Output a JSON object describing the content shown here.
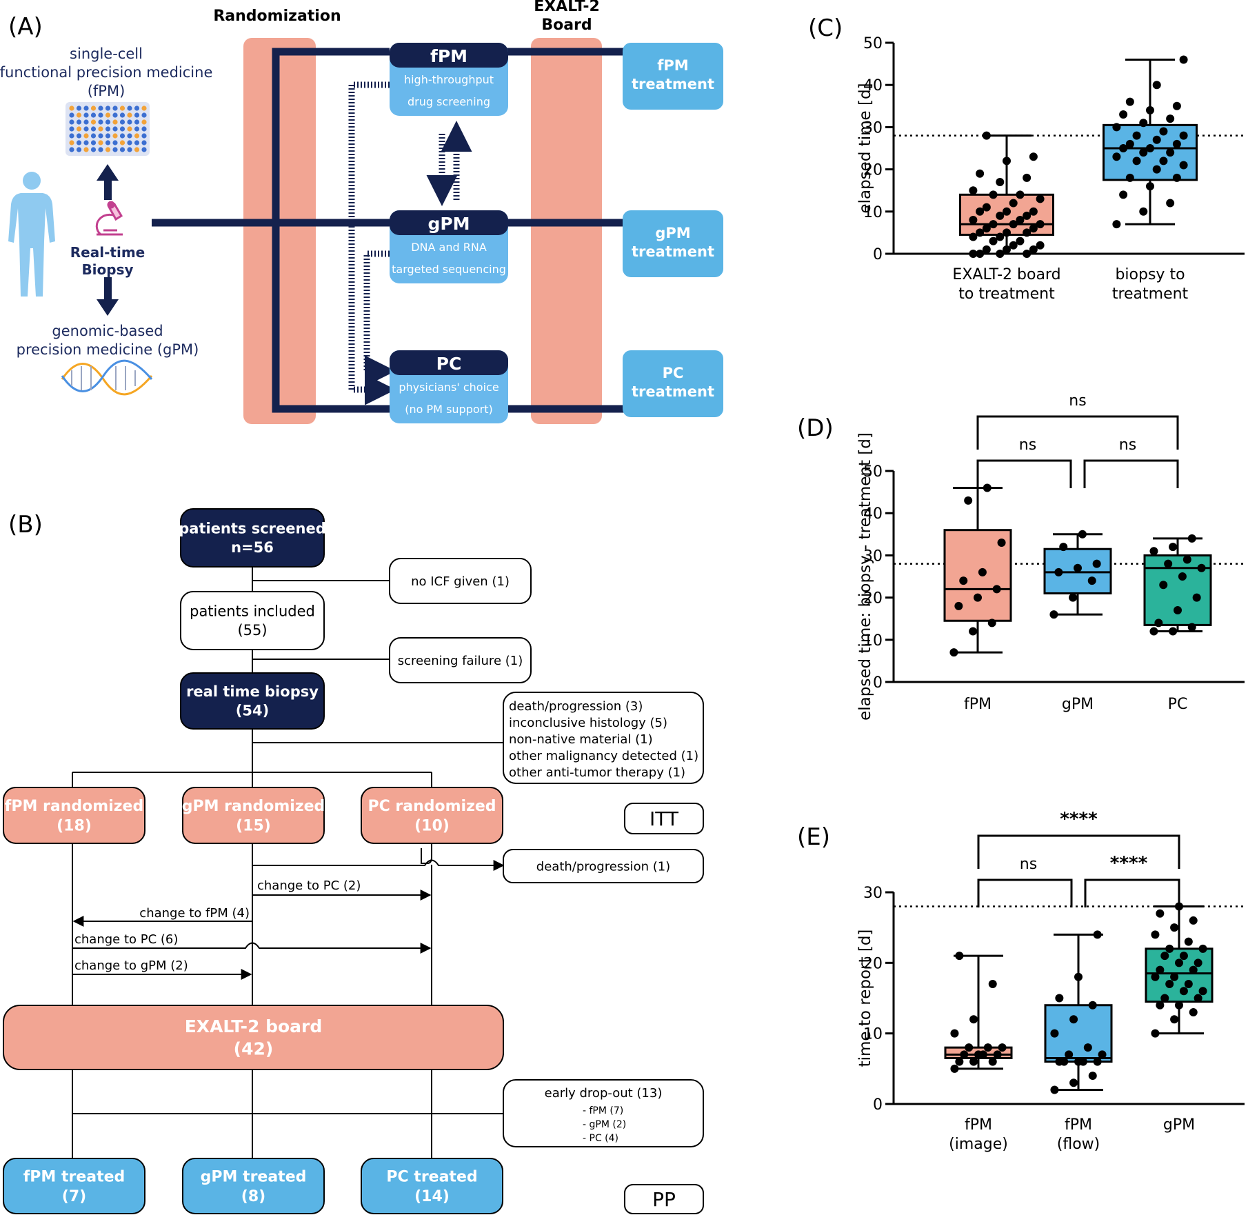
{
  "panel_labels": {
    "a": "(A)",
    "b": "(B)",
    "c": "(C)",
    "d": "(D)",
    "e": "(E)"
  },
  "panel_a": {
    "randomization": "Randomization",
    "board_line1": "EXALT-2",
    "board_line2": "Board",
    "fpm_line1": "single-cell",
    "fpm_line2": "functional precision medicine",
    "fpm_line3": "(fPM)",
    "biopsy_line1": "Real-time",
    "biopsy_line2": "Biopsy",
    "gpm_line1": "genomic-based",
    "gpm_line2": "precision medicine (gPM)",
    "arms": [
      {
        "title": "fPM",
        "sub1": "high-throughput",
        "sub2": "drug screening",
        "treat1": "fPM",
        "treat2": "treatment"
      },
      {
        "title": "gPM",
        "sub1": "DNA and RNA",
        "sub2": "targeted sequencing",
        "treat1": "gPM",
        "treat2": "treatment"
      },
      {
        "title": "PC",
        "sub1": "physicians' choice",
        "sub2": "(no PM support)",
        "treat1": "PC",
        "treat2": "treatment"
      }
    ],
    "icons": [
      "human-icon",
      "microscope-icon",
      "well-plate-icon",
      "dna-icon"
    ]
  },
  "panel_b": {
    "screened1": "patients screened",
    "screened2": "n=56",
    "included1": "patients included",
    "included2": "(55)",
    "biopsy1": "real time biopsy",
    "biopsy2": "(54)",
    "no_icf": "no ICF given (1)",
    "screen_fail": "screening failure (1)",
    "exclusions": [
      "death/progression (3)",
      "inconclusive histology (5)",
      "non-native material (1)",
      "other malignancy detected (1)",
      "other anti-tumor therapy (1)"
    ],
    "randomized": [
      {
        "line1": "fPM randomized",
        "line2": "(18)"
      },
      {
        "line1": "gPM randomized",
        "line2": "(15)"
      },
      {
        "line1": "PC randomized",
        "line2": "(10)"
      }
    ],
    "itt": "ITT",
    "death_prog": "death/progression (1)",
    "changes": [
      "change to PC (2)",
      "change to fPM (4)",
      "change to PC (6)",
      "change to gPM (2)"
    ],
    "board1": "EXALT-2 board",
    "board2": "(42)",
    "dropout_title": "early drop-out (13)",
    "dropout_items": [
      "- fPM (7)",
      "- gPM (2)",
      "- PC (4)"
    ],
    "treated": [
      {
        "line1": "fPM treated",
        "line2": "(7)"
      },
      {
        "line1": "gPM treated",
        "line2": "(8)"
      },
      {
        "line1": "PC treated",
        "line2": "(14)"
      }
    ],
    "pp": "PP"
  },
  "chart_data": [
    {
      "type": "box",
      "panel": "C",
      "ylabel": "elapsed time [d]",
      "ylim": [
        0,
        50
      ],
      "yticks": [
        0,
        10,
        20,
        30,
        40,
        50
      ],
      "reference_line": 28,
      "groups": [
        {
          "label1": "EXALT-2 board",
          "label2": "to treatment",
          "color": "#f2a593",
          "min": 0,
          "q1": 4.5,
          "median": 7,
          "q3": 14,
          "max": 28,
          "points": [
            0,
            0,
            0,
            0,
            1,
            1,
            1,
            2,
            2,
            3,
            3,
            4,
            4,
            5,
            5,
            5,
            6,
            6,
            7,
            7,
            7,
            8,
            8,
            9,
            9,
            10,
            10,
            10,
            11,
            12,
            13,
            14,
            14,
            15,
            17,
            18,
            19,
            22,
            23,
            28
          ]
        },
        {
          "label1": "biopsy to",
          "label2": "treatment",
          "color": "#5ab4e5",
          "min": 7,
          "q1": 17.5,
          "median": 25,
          "q3": 30.5,
          "max": 46,
          "points": [
            7,
            10,
            12,
            14,
            16,
            18,
            18,
            20,
            21,
            22,
            22,
            23,
            24,
            24,
            25,
            25,
            26,
            26,
            27,
            28,
            28,
            29,
            30,
            31,
            32,
            33,
            34,
            35,
            36,
            40,
            46
          ]
        }
      ]
    },
    {
      "type": "box",
      "panel": "D",
      "ylabel": "elapsed time: biopsy - treatment [d]",
      "ylim": [
        0,
        50
      ],
      "yticks": [
        0,
        10,
        20,
        30,
        40,
        50
      ],
      "reference_line": 28,
      "significance": [
        {
          "from": 0,
          "to": 1,
          "label": "ns",
          "level": 1
        },
        {
          "from": 1,
          "to": 2,
          "label": "ns",
          "level": 1
        },
        {
          "from": 0,
          "to": 2,
          "label": "ns",
          "level": 2
        }
      ],
      "groups": [
        {
          "label1": "fPM",
          "label2": "",
          "color": "#f2a593",
          "min": 7,
          "q1": 14.5,
          "median": 22,
          "q3": 36,
          "max": 46,
          "points": [
            7,
            12,
            14,
            18,
            20,
            22,
            24,
            26,
            33,
            43,
            46
          ]
        },
        {
          "label1": "gPM",
          "label2": "",
          "color": "#5ab4e5",
          "min": 16,
          "q1": 21,
          "median": 26,
          "q3": 31.5,
          "max": 35,
          "points": [
            16,
            20,
            24,
            26,
            27,
            28,
            32,
            35
          ]
        },
        {
          "label1": "PC",
          "label2": "",
          "color": "#2bb39b",
          "min": 12,
          "q1": 13.5,
          "median": 27,
          "q3": 30,
          "max": 34,
          "points": [
            12,
            12,
            13,
            14,
            17,
            20,
            23,
            25,
            27,
            28,
            29,
            31,
            32,
            34
          ]
        }
      ]
    },
    {
      "type": "box",
      "panel": "E",
      "ylabel": "time to report [d]",
      "ylim": [
        0,
        30
      ],
      "yticks": [
        0,
        10,
        20,
        30
      ],
      "reference_line": 28,
      "significance": [
        {
          "from": 0,
          "to": 1,
          "label": "ns",
          "level": 1
        },
        {
          "from": 1,
          "to": 2,
          "label": "****",
          "level": 1
        },
        {
          "from": 0,
          "to": 2,
          "label": "****",
          "level": 2
        }
      ],
      "groups": [
        {
          "label1": "fPM",
          "label2": "(image)",
          "color": "#f2a593",
          "min": 5,
          "q1": 6.5,
          "median": 7,
          "q3": 8,
          "max": 21,
          "points": [
            5,
            6,
            6,
            6,
            7,
            7,
            7,
            7,
            8,
            8,
            8,
            10,
            12,
            17,
            21
          ]
        },
        {
          "label1": "fPM",
          "label2": "(flow)",
          "color": "#5ab4e5",
          "min": 2,
          "q1": 6,
          "median": 6.5,
          "q3": 14,
          "max": 24,
          "points": [
            2,
            3,
            4,
            6,
            6,
            6,
            6,
            6,
            7,
            7,
            8,
            10,
            12,
            14,
            15,
            18,
            24
          ]
        },
        {
          "label1": "gPM",
          "label2": "",
          "color": "#2bb39b",
          "min": 10,
          "q1": 14.5,
          "median": 18.5,
          "q3": 22,
          "max": 28,
          "points": [
            10,
            12,
            13,
            14,
            14,
            15,
            15,
            16,
            16,
            17,
            17,
            18,
            18,
            19,
            19,
            20,
            20,
            21,
            21,
            22,
            22,
            23,
            24,
            25,
            26,
            27,
            28
          ]
        }
      ]
    }
  ],
  "colors": {
    "navy": "#14214d",
    "salmon": "#f2a593",
    "blue": "#5ab4e5",
    "teal": "#2bb39b",
    "light": "#69b8ec"
  }
}
